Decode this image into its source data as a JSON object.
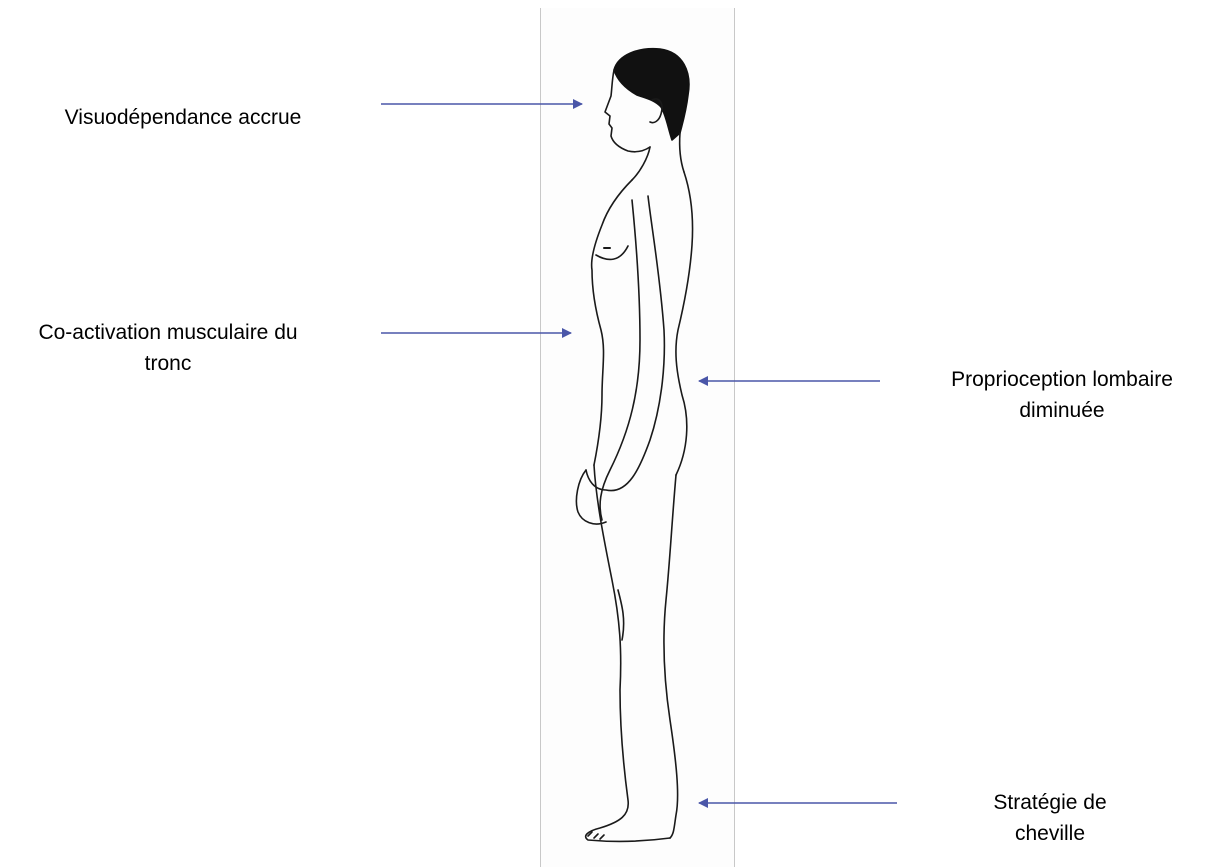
{
  "labels": {
    "visuodependance": [
      "Visuodépendance  accrue"
    ],
    "coactivation": [
      "Co-activation musculaire du",
      "tronc"
    ],
    "proprioception": [
      "Proprioception lombaire",
      "diminuée"
    ],
    "strategie": [
      "Stratégie de",
      "cheville"
    ]
  },
  "colors": {
    "arrow": "#4a56a8",
    "outline": "#1a1a1a",
    "hair": "#111111",
    "panel_border": "#c8c8c8"
  }
}
